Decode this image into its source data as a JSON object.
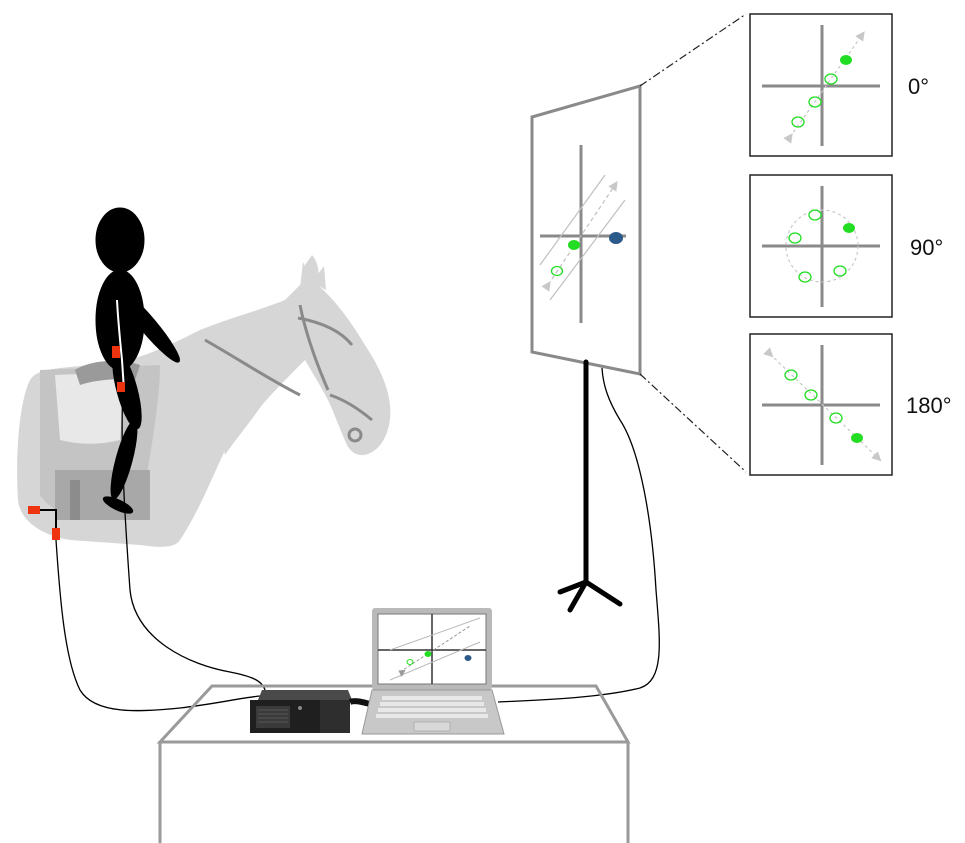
{
  "panels": [
    {
      "id": "panel-0",
      "angle_label": "0°"
    },
    {
      "id": "panel-90",
      "angle_label": "90°"
    },
    {
      "id": "panel-180",
      "angle_label": "180°"
    }
  ],
  "colors": {
    "target_green": "#22dd22",
    "cursor_blue": "#2b5a8a",
    "marker_red": "#ee3311",
    "axis_gray": "#8a8a8a",
    "line_gray": "#9a9a9a",
    "horse_gray": "#d6d6d6",
    "rider_black": "#000000"
  }
}
